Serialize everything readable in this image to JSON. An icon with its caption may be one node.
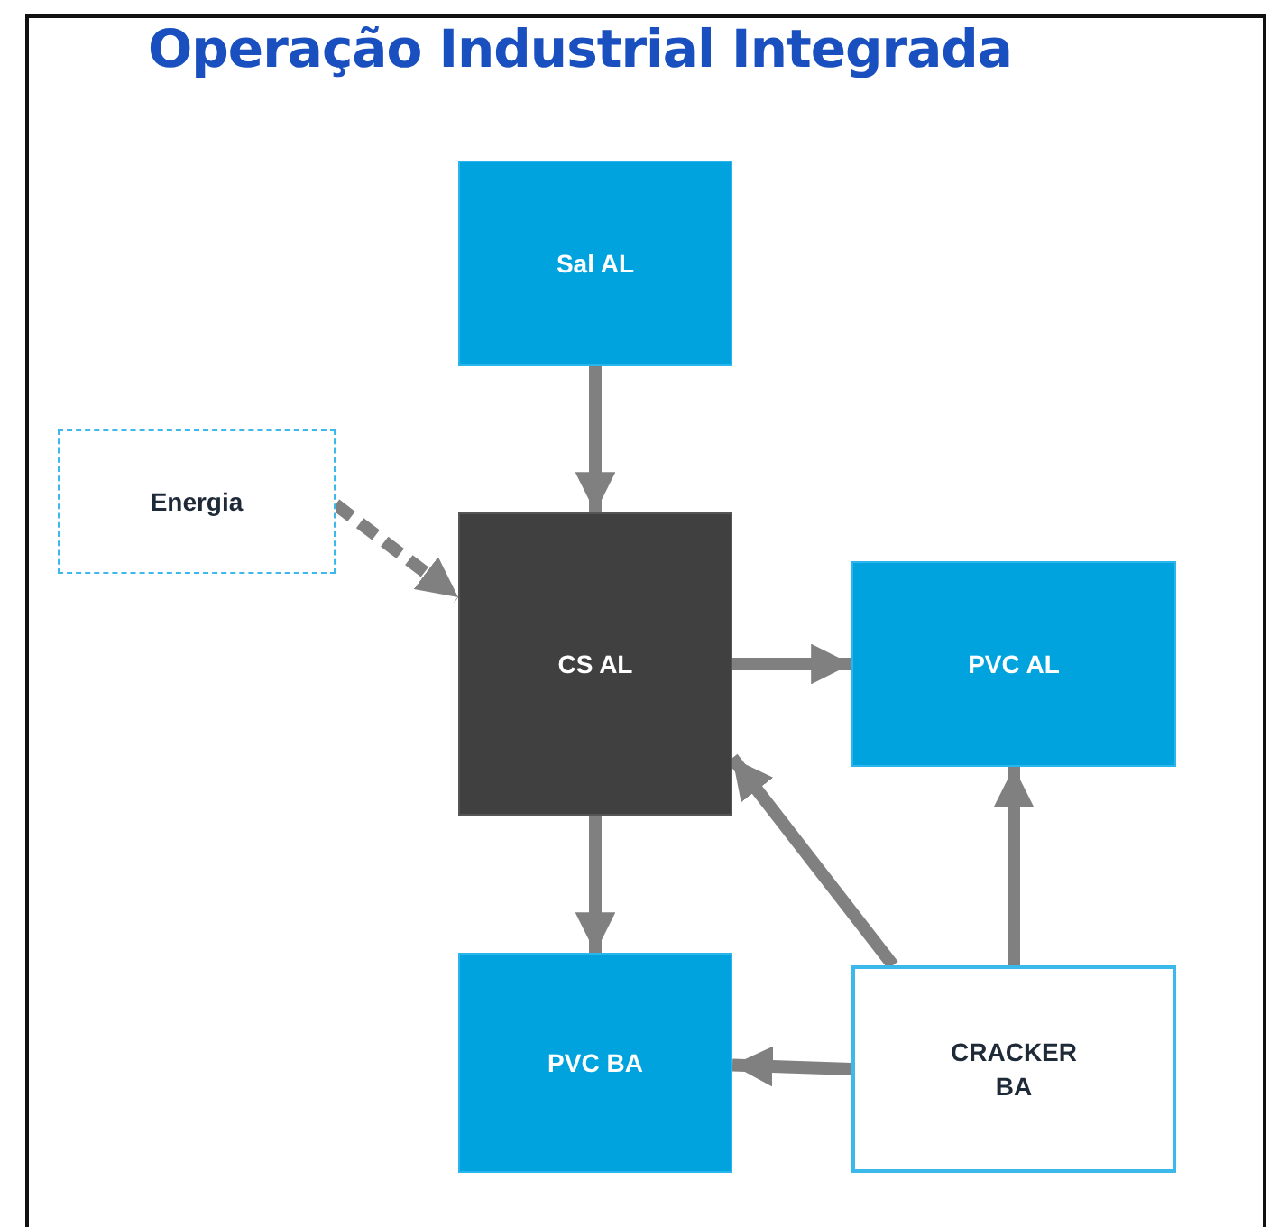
{
  "diagram": {
    "title": "Operação Industrial Integrada",
    "nodes": [
      {
        "text": [
          "Sal AL"
        ]
      },
      {
        "text": [
          "Energia"
        ]
      },
      {
        "text": [
          "CS AL"
        ]
      },
      {
        "text": [
          "PVC AL"
        ]
      },
      {
        "text": [
          "PVC BA"
        ]
      },
      {
        "text": [
          "CRACKER BA"
        ]
      }
    ],
    "edges": [
      {
        "from": 0,
        "to": 2,
        "arrow": "to"
      },
      {
        "from": 1,
        "to": 2,
        "arrow": "to",
        "style": "dashed"
      },
      {
        "from": 2,
        "to": 3,
        "arrow": "to"
      },
      {
        "from": 2,
        "to": 4,
        "arrow": "to"
      },
      {
        "from": 5,
        "to": 2,
        "arrow": "to"
      },
      {
        "from": 5,
        "to": 3,
        "arrow": "to"
      },
      {
        "from": 5,
        "to": 4,
        "arrow": "to"
      }
    ]
  }
}
